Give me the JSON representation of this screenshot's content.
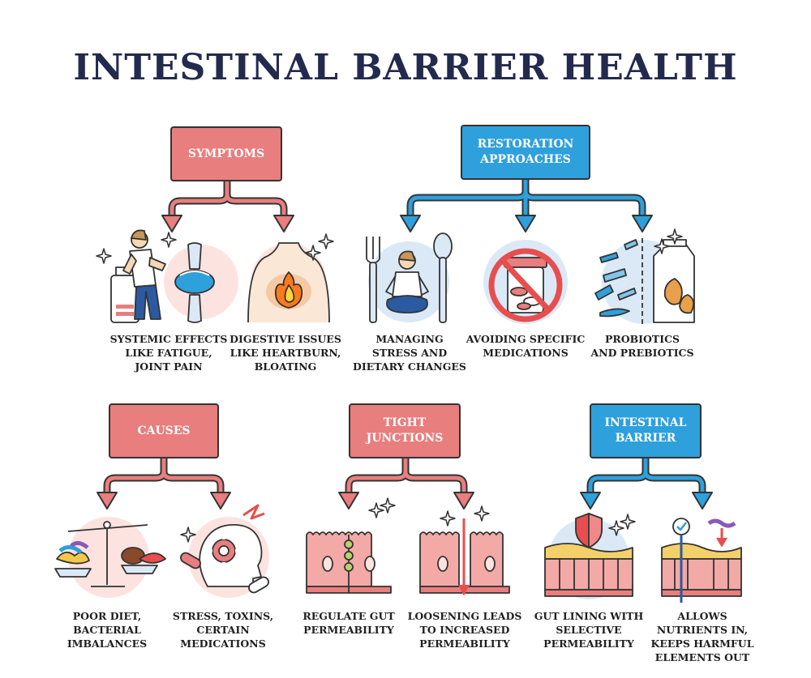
{
  "title": "INTESTINAL BARRIER HEALTH",
  "colors": {
    "red": "#e87e7e",
    "blue": "#2ea0dc",
    "title": "#232a4e"
  },
  "sections": {
    "symptoms": {
      "label": "SYMPTOMS",
      "items": [
        {
          "icon": "fatigue-joint-icon",
          "caption": "SYSTEMIC EFFECTS\nLIKE FATIGUE,\nJOINT PAIN"
        },
        {
          "icon": "heartburn-icon",
          "caption": "DIGESTIVE ISSUES\nLIKE HEARTBURN,\nBLOATING"
        }
      ]
    },
    "restoration": {
      "label": "RESTORATION\nAPPROACHES",
      "items": [
        {
          "icon": "meditation-diet-icon",
          "caption": "MANAGING\nSTRESS AND\nDIETARY CHANGES"
        },
        {
          "icon": "no-medication-icon",
          "caption": "AVOIDING SPECIFIC\nMEDICATIONS"
        },
        {
          "icon": "probiotics-icon",
          "caption": "PROBIOTICS\nAND PREBIOTICS"
        }
      ]
    },
    "causes": {
      "label": "CAUSES",
      "items": [
        {
          "icon": "scale-food-icon",
          "caption": "POOR DIET,\nBACTERIAL\nIMBALANCES"
        },
        {
          "icon": "stress-head-icon",
          "caption": "STRESS, TOXINS,\nCERTAIN\nMEDICATIONS"
        }
      ]
    },
    "tight_junctions": {
      "label": "TIGHT\nJUNCTIONS",
      "items": [
        {
          "icon": "sealed-cells-icon",
          "caption": "REGULATE GUT\nPERMEABILITY"
        },
        {
          "icon": "leaky-cells-icon",
          "caption": "LOOSENING LEADS\nTO INCREASED\nPERMEABILITY"
        }
      ]
    },
    "intestinal_barrier": {
      "label": "INTESTINAL\nBARRIER",
      "items": [
        {
          "icon": "shield-lining-icon",
          "caption": "GUT LINING WITH\nSELECTIVE\nPERMEABILITY"
        },
        {
          "icon": "nutrient-filter-icon",
          "caption": "ALLOWS\nNUTRIENTS IN,\nKEEPS HARMFUL\nELEMENTS OUT"
        }
      ]
    }
  }
}
